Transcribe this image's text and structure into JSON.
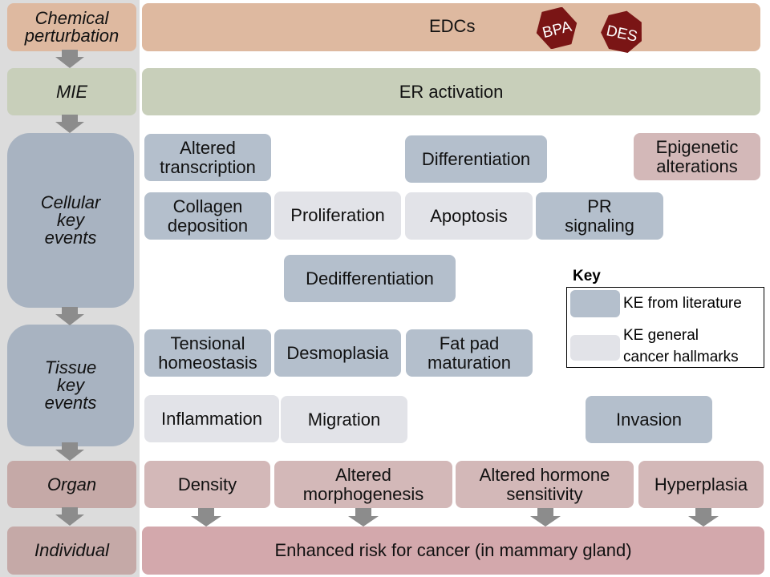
{
  "levels": {
    "chemical": "Chemical perturbation",
    "mie": "MIE",
    "cellular": "Cellular key events",
    "tissue": "Tissue key events",
    "organ": "Organ",
    "individual": "Individual"
  },
  "rows": {
    "edcs": "EDCs",
    "bpa": "BPA",
    "des": "DES",
    "er_activation": "ER activation",
    "outcome": "Enhanced risk for cancer (in mammary gland)"
  },
  "cellular_events": {
    "altered_transcription": "Altered transcription",
    "differentiation": "Differentiation",
    "epigenetic_alterations": "Epigenetic alterations",
    "collagen_deposition": "Collagen deposition",
    "proliferation": "Proliferation",
    "apoptosis": "Apoptosis",
    "pr_signaling": "PR signaling",
    "dedifferentiation": "Dedifferentiation"
  },
  "tissue_events": {
    "tensional_homeostasis": "Tensional homeostasis",
    "desmoplasia": "Desmoplasia",
    "fat_pad_maturation": "Fat pad maturation",
    "inflammation": "Inflammation",
    "migration": "Migration",
    "invasion": "Invasion"
  },
  "organ_events": {
    "density": "Density",
    "altered_morphogenesis": "Altered morphogenesis",
    "altered_hormone_sensitivity": "Altered hormone sensitivity",
    "hyperplasia": "Hyperplasia"
  },
  "key": {
    "title": "Key",
    "literature": "KE from literature",
    "general_line1": "KE general",
    "general_line2": "cancer hallmarks"
  },
  "colors": {
    "chemical": "#deb9a0",
    "mie": "#c8cfba",
    "cellular_tissue_level": "#a8b3c1",
    "organ": "#c5a9a7",
    "individual": "#d3a8ac",
    "ke_literature": "#b4bfcc",
    "ke_general": "#e2e3e8",
    "organ_event": "#d3b8b8",
    "epigenetic": "#d3b8b8",
    "hexagon": "#7a1515",
    "arrow": "#8c8c8c"
  }
}
